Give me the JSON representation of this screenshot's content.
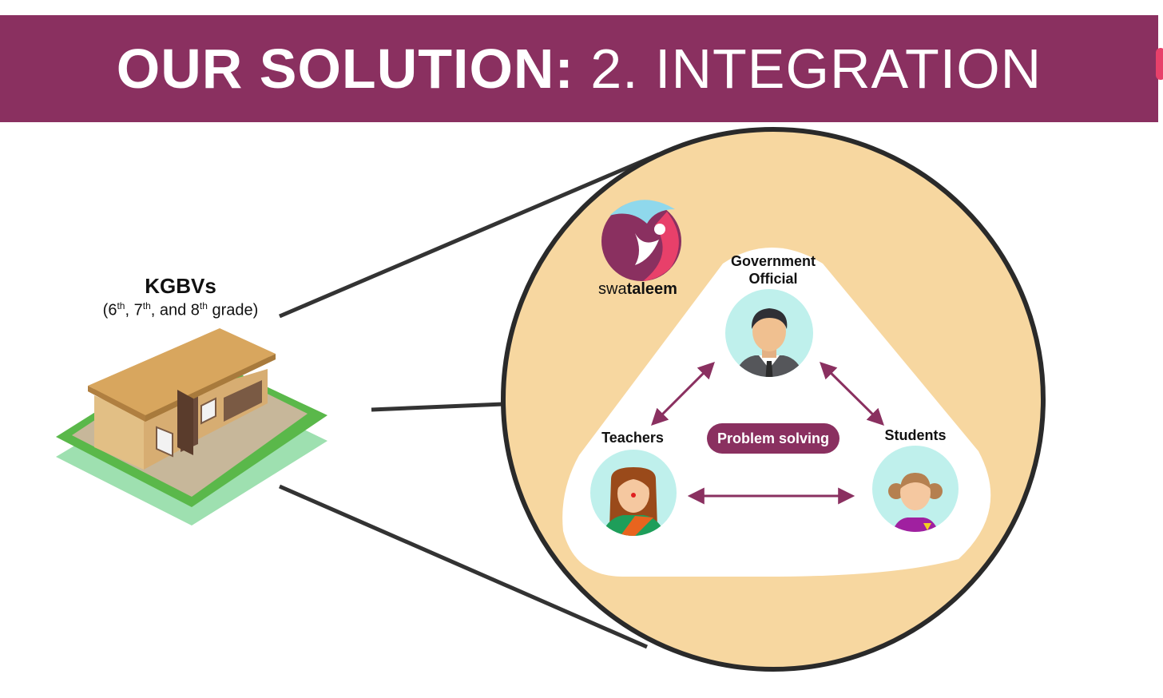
{
  "header": {
    "title_bold": "OUR SOLUTION:",
    "title_rest": " 2. INTEGRATION"
  },
  "school": {
    "title": "KGBVs",
    "open": "(6",
    "ord1": "th",
    "sep1": ", 7",
    "ord2": "th",
    "sep2": ", and 8",
    "ord3": "th",
    "tail": " grade)"
  },
  "logo": {
    "light": "swa",
    "bold": "taleem"
  },
  "nodes": {
    "government": "Government\nOfficial",
    "teachers": "Teachers",
    "students": "Students"
  },
  "center_label": "Problem solving",
  "colors": {
    "brand": "#8a3060",
    "circle_fill": "#f7d7a0",
    "avatar_bg": "#bff0ec",
    "arrow": "#8a3060"
  }
}
